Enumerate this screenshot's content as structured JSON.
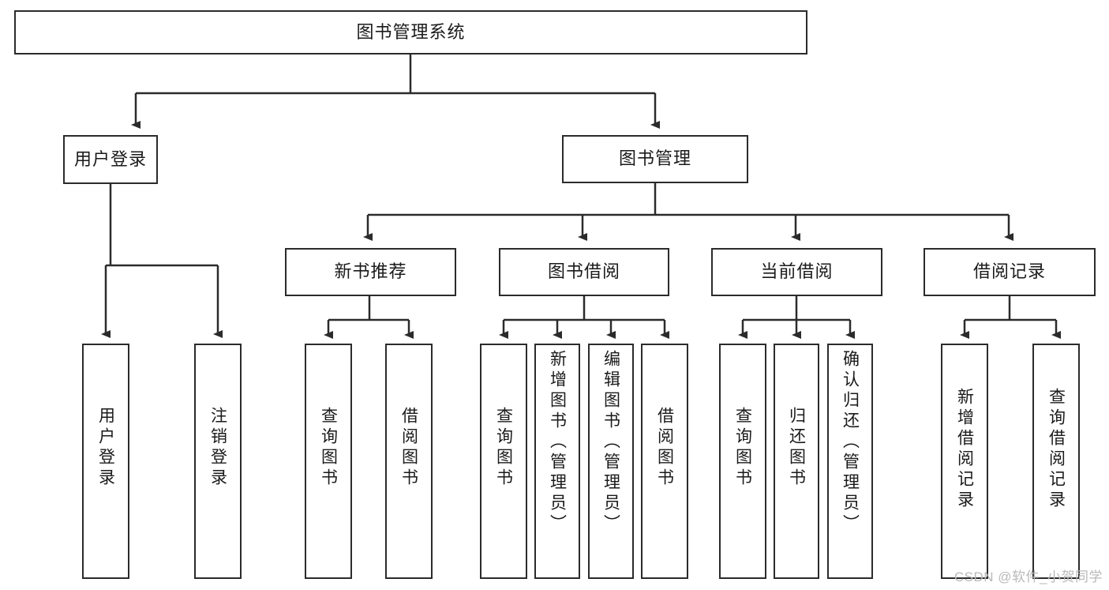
{
  "diagram": {
    "type": "tree-hierarchy-diagram",
    "title": "图书管理系统",
    "watermark": "CSDN @软件_小贺同学",
    "colors": {
      "box_border": "#2b2b2b",
      "box_fill": "#ffffff",
      "connector": "#2b2b2b",
      "text": "#1a1a1a",
      "watermark": "#b9b9b9"
    },
    "nodes": {
      "root": {
        "label": "图书管理系统"
      },
      "level2": [
        {
          "key": "user_login",
          "label": "用户登录"
        },
        {
          "key": "book_manage",
          "label": "图书管理"
        }
      ],
      "level3": [
        {
          "key": "new_book_rec",
          "label": "新书推荐"
        },
        {
          "key": "book_borrow",
          "label": "图书借阅"
        },
        {
          "key": "current_borrow",
          "label": "当前借阅"
        },
        {
          "key": "borrow_record",
          "label": "借阅记录"
        }
      ],
      "leaves": {
        "user_login": [
          {
            "key": "login",
            "label": "用户登录"
          },
          {
            "key": "logout",
            "label": "注销登录"
          }
        ],
        "new_book_rec": [
          {
            "key": "query_book_1",
            "label": "查询图书"
          },
          {
            "key": "borrow_book_1",
            "label": "借阅图书"
          }
        ],
        "book_borrow": [
          {
            "key": "query_book_2",
            "label": "查询图书"
          },
          {
            "key": "add_book",
            "label": "新增图书（管理员）"
          },
          {
            "key": "edit_book",
            "label": "编辑图书（管理员）"
          },
          {
            "key": "borrow_book_2",
            "label": "借阅图书"
          }
        ],
        "current_borrow": [
          {
            "key": "query_book_3",
            "label": "查询图书"
          },
          {
            "key": "return_book",
            "label": "归还图书"
          },
          {
            "key": "confirm_return",
            "label": "确认归还（管理员）"
          }
        ],
        "borrow_record": [
          {
            "key": "add_record",
            "label": "新增借阅记录"
          },
          {
            "key": "query_record",
            "label": "查询借阅记录"
          }
        ]
      }
    }
  }
}
